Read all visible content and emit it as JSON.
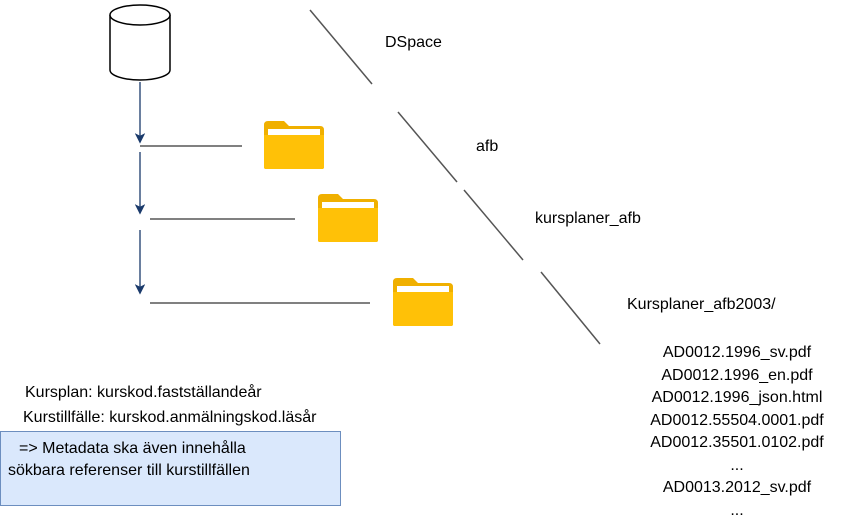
{
  "labels": {
    "dspace": "DSpace",
    "afb": "afb",
    "kursplaner_afb": "kursplaner_afb",
    "kursplaner_afb2003": "Kursplaner_afb2003/"
  },
  "files": [
    "AD0012.1996_sv.pdf",
    "AD0012.1996_en.pdf",
    "AD0012.1996_json.html",
    "AD0012.55504.0001.pdf",
    "AD0012.35501.0102.pdf",
    "...",
    "AD0013.2012_sv.pdf",
    "..."
  ],
  "naming": {
    "kursplan": "Kursplan: kurskod.fastställandeår",
    "kurstillfalle": "Kurstillfälle: kurskod.anmälningskod.läsår"
  },
  "note": {
    "line1": "=> Metadata ska även innehålla",
    "line2": "sökbara referenser till kurstillfällen",
    "fill": "#dae8fc",
    "stroke": "#6c8ebf"
  },
  "colors": {
    "arrow": "#1a3a6b",
    "folder_body": "#ffc107",
    "folder_back": "#f0b000",
    "folder_paper": "#ffffff",
    "line": "#000000",
    "diagonal": "#555555"
  }
}
